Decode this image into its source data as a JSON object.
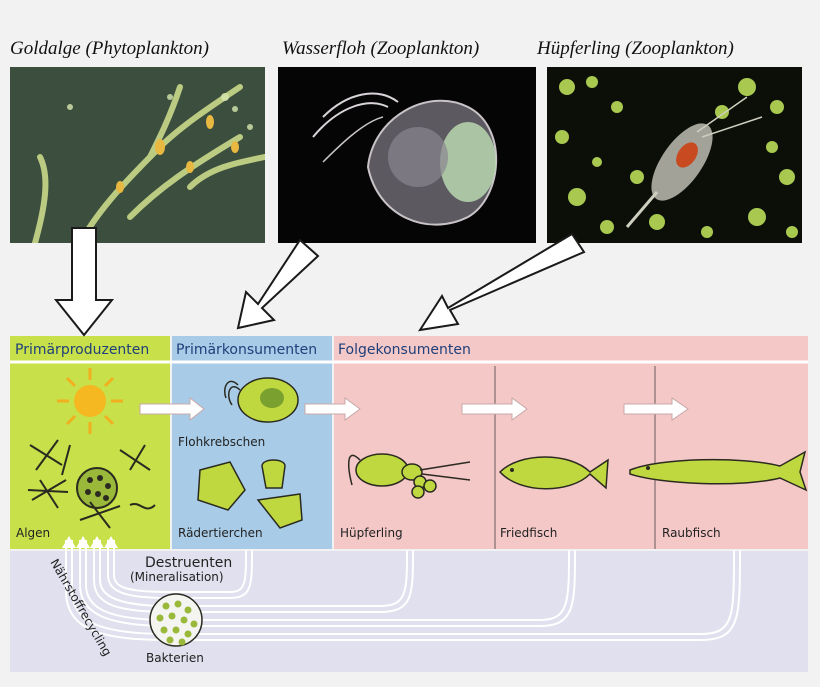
{
  "photos": [
    {
      "caption": "Goldalge (Phytoplankton)",
      "icon": "golden-algae-photo"
    },
    {
      "caption": "Wasserfloh (Zooplankton)",
      "icon": "water-flea-photo"
    },
    {
      "caption": "Hüpferling (Zooplankton)",
      "icon": "copepod-photo"
    }
  ],
  "sections": {
    "primary_producers": "Primärproduzenten",
    "primary_consumers": "Primärkonsumenten",
    "secondary_consumers": "Folgekonsumenten"
  },
  "organisms": {
    "algae": "Algen",
    "flohkrebse": "Flohkrebschen",
    "raedertiere": "Rädertierchen",
    "copepod": "Hüpferling",
    "forage_fish": "Friedfisch",
    "predator_fish": "Raubfisch"
  },
  "decomposers": {
    "title": "Destruenten",
    "subtitle": "(Mineralisation)",
    "bacteria": "Bakterien",
    "recycling": "Nährstoffrecycling"
  },
  "colors": {
    "producers": "#c8e04a",
    "consumers": "#a8cce8",
    "secondary": "#f5c8c8",
    "decomposers": "#e0e0ee"
  }
}
